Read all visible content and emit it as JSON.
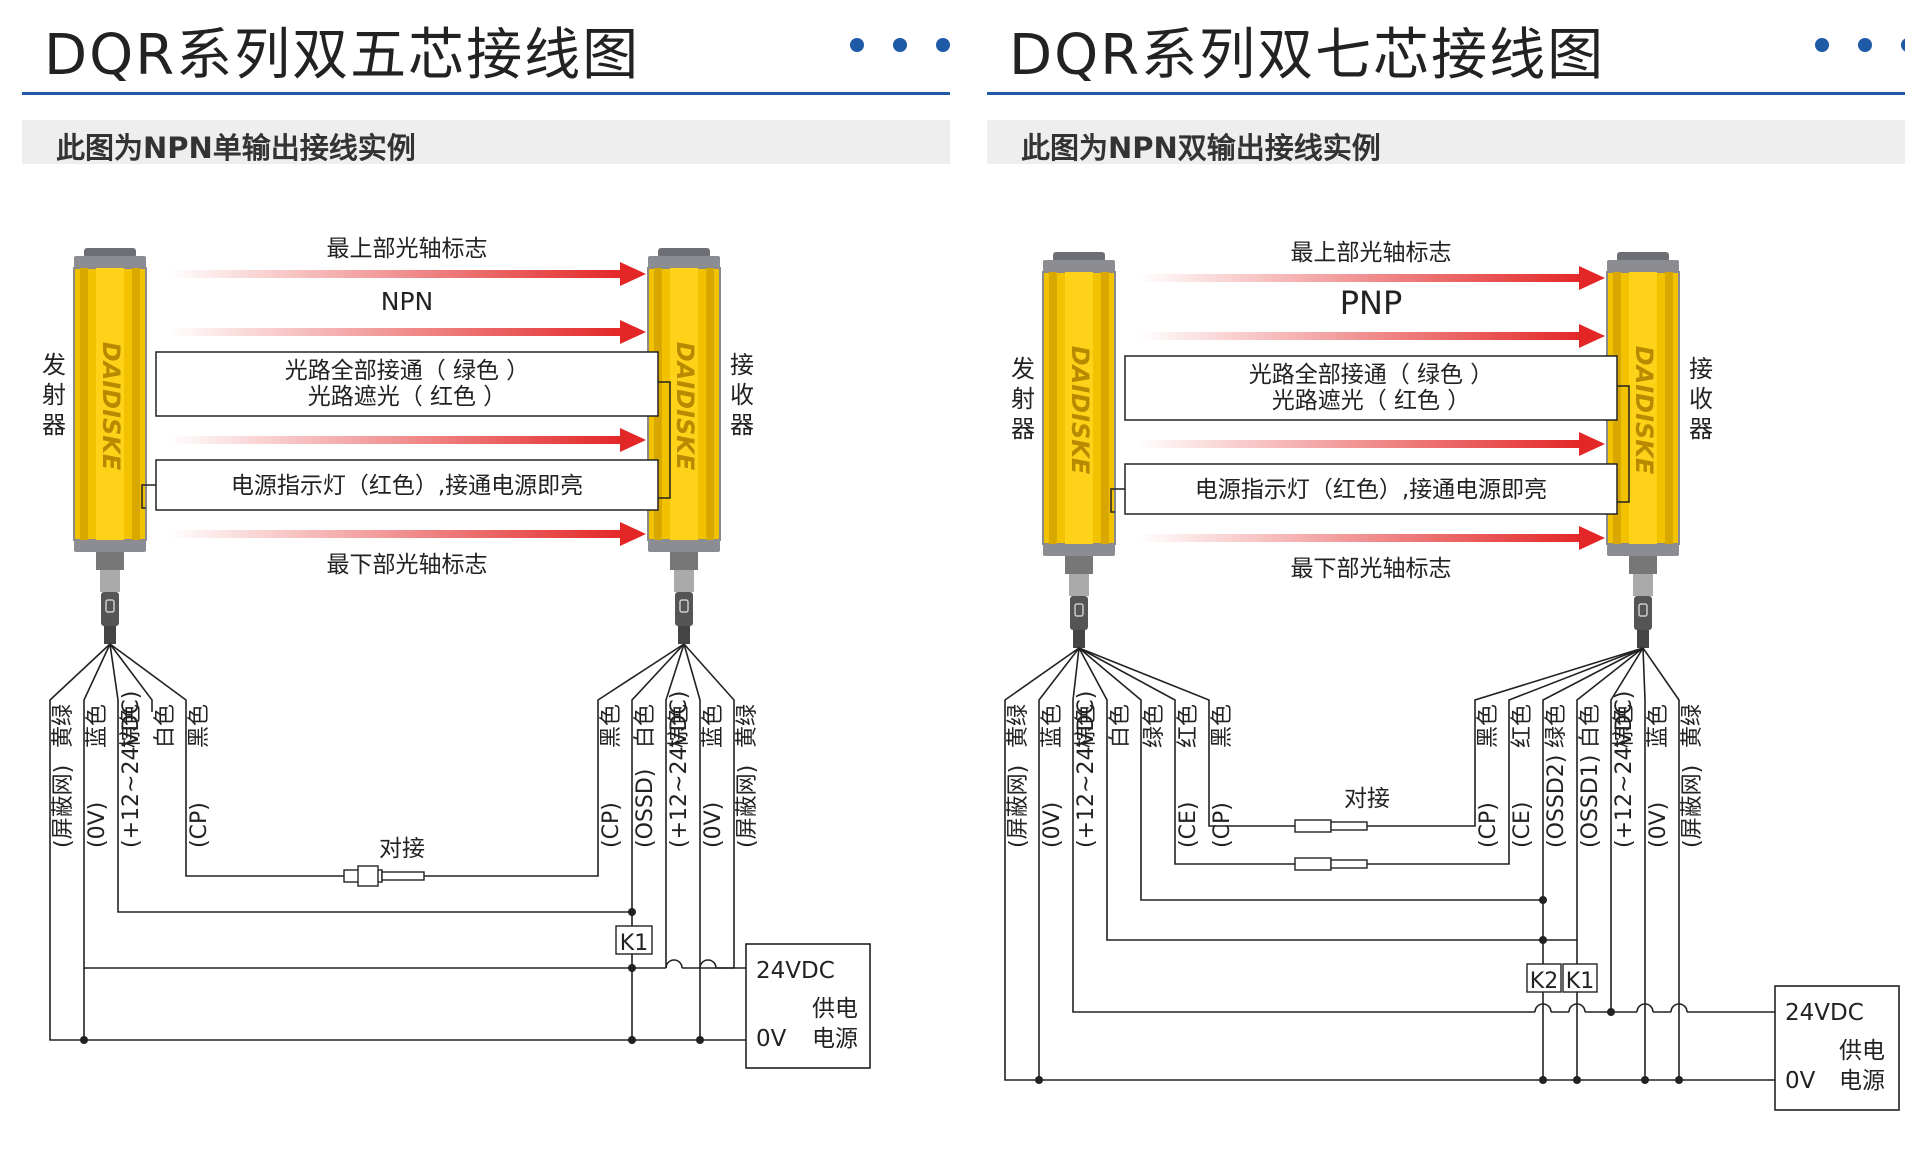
{
  "colors": {
    "accent": "#1f5aa6",
    "arrow": "#e32626",
    "sensor": "#f2c200",
    "wire": "#222222"
  },
  "left": {
    "title": "DQR系列双五芯接线图",
    "subtitle": "此图为NPN单输出接线实例",
    "arrow_labels": [
      "最上部光轴标志",
      "NPN",
      "最下部光轴标志"
    ],
    "status_lines": [
      "光路全部接通（ 绿色 ）",
      "光路遮光（ 红色 ）"
    ],
    "power_note": "电源指示灯（红色）,接通电源即亮",
    "emitter_label": [
      "发",
      "射",
      "器"
    ],
    "receiver_label": [
      "接",
      "收",
      "器"
    ],
    "brand": "DAIDISKE",
    "emitter_wires": [
      {
        "color": "黄绿",
        "func": "(屏蔽网)"
      },
      {
        "color": "蓝色",
        "func": "(0V)"
      },
      {
        "color": "棕色",
        "func": "(+12~24VDC)"
      },
      {
        "color": "白色",
        "func": ""
      },
      {
        "color": "黑色",
        "func": "(CP)"
      }
    ],
    "receiver_wires": [
      {
        "color": "黑色",
        "func": "(CP)"
      },
      {
        "color": "白色",
        "func": "(OSSD)"
      },
      {
        "color": "棕色",
        "func": "(+12~24VDC)"
      },
      {
        "color": "蓝色",
        "func": "(0V)"
      },
      {
        "color": "黄绿",
        "func": "(屏蔽网)"
      }
    ],
    "connect_label": "对接",
    "relays": [
      "K1"
    ],
    "power_box": {
      "v1": "24VDC",
      "v0": "0V",
      "name": [
        "供电",
        "电源"
      ]
    }
  },
  "right": {
    "title": "DQR系列双七芯接线图",
    "subtitle": "此图为NPN双输出接线实例",
    "arrow_labels": [
      "最上部光轴标志",
      "PNP",
      "最下部光轴标志"
    ],
    "status_lines": [
      "光路全部接通（ 绿色 ）",
      "光路遮光（ 红色 ）"
    ],
    "power_note": "电源指示灯（红色）,接通电源即亮",
    "emitter_label": [
      "发",
      "射",
      "器"
    ],
    "receiver_label": [
      "接",
      "收",
      "器"
    ],
    "brand": "DAIDISKE",
    "emitter_wires": [
      {
        "color": "黄绿",
        "func": "(屏蔽网)"
      },
      {
        "color": "蓝色",
        "func": "(0V)"
      },
      {
        "color": "棕色",
        "func": "(+12~24VDC)"
      },
      {
        "color": "白色",
        "func": ""
      },
      {
        "color": "绿色",
        "func": ""
      },
      {
        "color": "红色",
        "func": "(CE)"
      },
      {
        "color": "黑色",
        "func": "(CP)"
      }
    ],
    "receiver_wires": [
      {
        "color": "黑色",
        "func": "(CP)"
      },
      {
        "color": "红色",
        "func": "(CE)"
      },
      {
        "color": "绿色",
        "func": "(OSSD2)"
      },
      {
        "color": "白色",
        "func": "(OSSD1)"
      },
      {
        "color": "棕色",
        "func": "(+12~24VDC)"
      },
      {
        "color": "蓝色",
        "func": "(0V)"
      },
      {
        "color": "黄绿",
        "func": "(屏蔽网)"
      }
    ],
    "connect_label": "对接",
    "relays": [
      "K2",
      "K1"
    ],
    "power_box": {
      "v1": "24VDC",
      "v0": "0V",
      "name": [
        "供电",
        "电源"
      ]
    }
  }
}
